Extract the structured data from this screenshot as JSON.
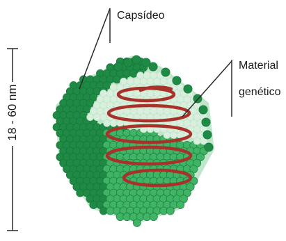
{
  "labels": {
    "capsid": "Capsídeo",
    "genetic_material_line1": "Material",
    "genetic_material_line2": "genético",
    "size": "18 - 60 nm"
  },
  "colors": {
    "capsomere_dark": "#1e8a44",
    "capsomere_light": "#3fb465",
    "capsomere_pale": "#bfe6c8",
    "genetic_material": "#a8322a",
    "line": "#2a2a2a"
  }
}
